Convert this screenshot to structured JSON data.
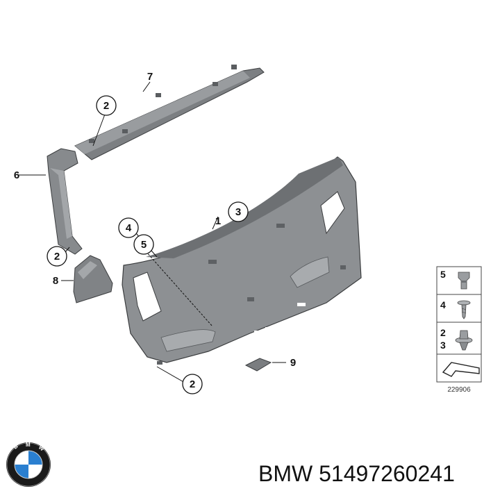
{
  "callouts": {
    "c1": "1",
    "c2a": "2",
    "c2b": "2",
    "c2c": "2",
    "c3": "3",
    "c4": "4",
    "c5": "5",
    "c6": "6",
    "c7": "7",
    "c8": "8",
    "c9": "9"
  },
  "legend": {
    "row1": "5",
    "row2": "4",
    "row3a": "2",
    "row3b": "3",
    "diagram_code": "229906"
  },
  "caption": "BMW 51497260241",
  "logo": {
    "letters": "BMW",
    "colors": {
      "blue": "#2a7fd0",
      "white": "#ffffff",
      "ring": "#1a1a1a"
    }
  },
  "colors": {
    "panel": "#8a8d90",
    "panel_dark": "#6f7275",
    "panel_light": "#a6a9ac",
    "outline": "#3a3c3e"
  }
}
